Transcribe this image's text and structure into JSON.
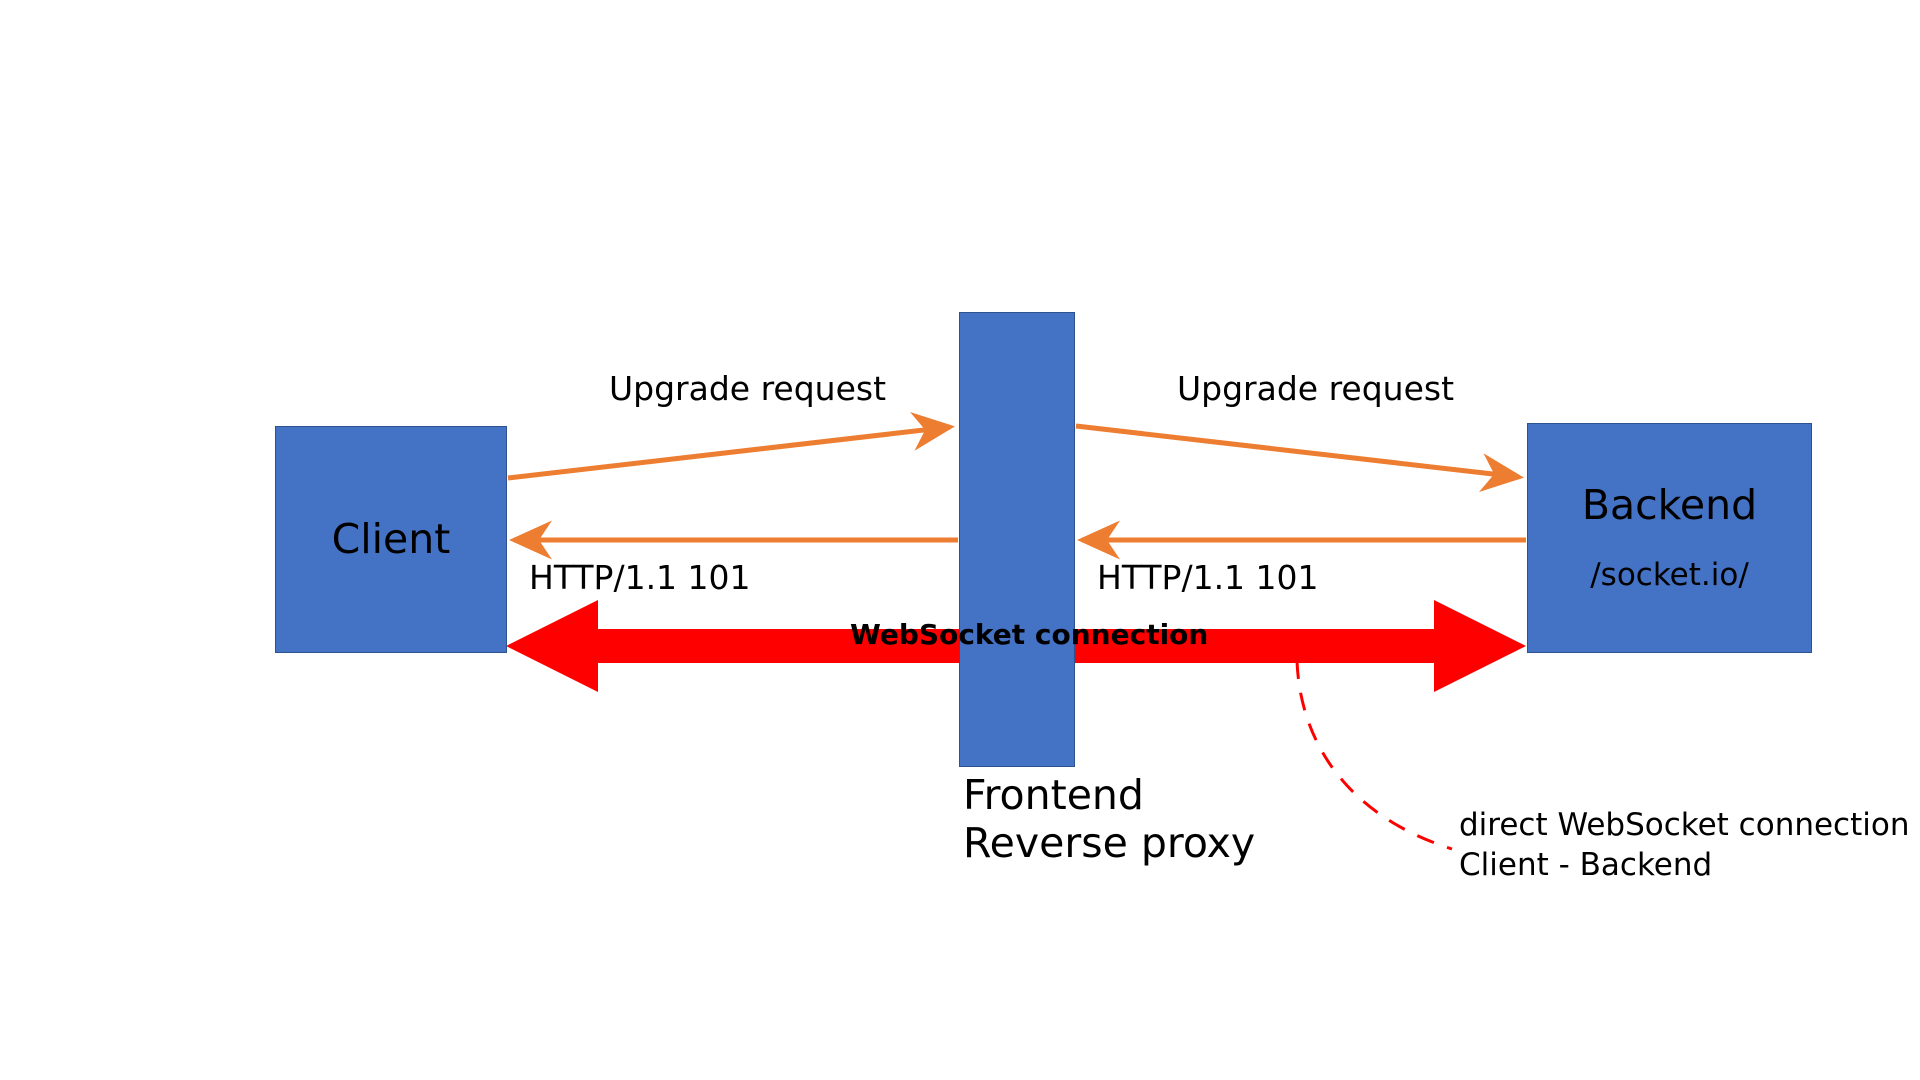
{
  "diagram": {
    "title": "WebSocket through reverse proxy",
    "background": "#ffffff",
    "colors": {
      "node_fill": "#4472C4",
      "node_border": "#2E528F",
      "http_arrow": "#ED7D31",
      "websocket_arrow": "#FF0000",
      "annotation_line": "#FF0000",
      "text": "#000000"
    }
  },
  "nodes": {
    "client": {
      "label": "Client",
      "sublabel": ""
    },
    "frontend": {
      "label": "",
      "caption_line1": "Frontend",
      "caption_line2": "Reverse proxy"
    },
    "backend": {
      "label": "Backend",
      "sublabel": "/socket.io/"
    }
  },
  "edges": {
    "upgrade_left": "Upgrade request",
    "upgrade_right": "Upgrade request",
    "http_left": "HTTP/1.1 101",
    "http_right": "HTTP/1.1 101",
    "websocket": "WebSocket connection"
  },
  "annotation": {
    "line1": "direct WebSocket connection",
    "line2": "Client - Backend"
  }
}
